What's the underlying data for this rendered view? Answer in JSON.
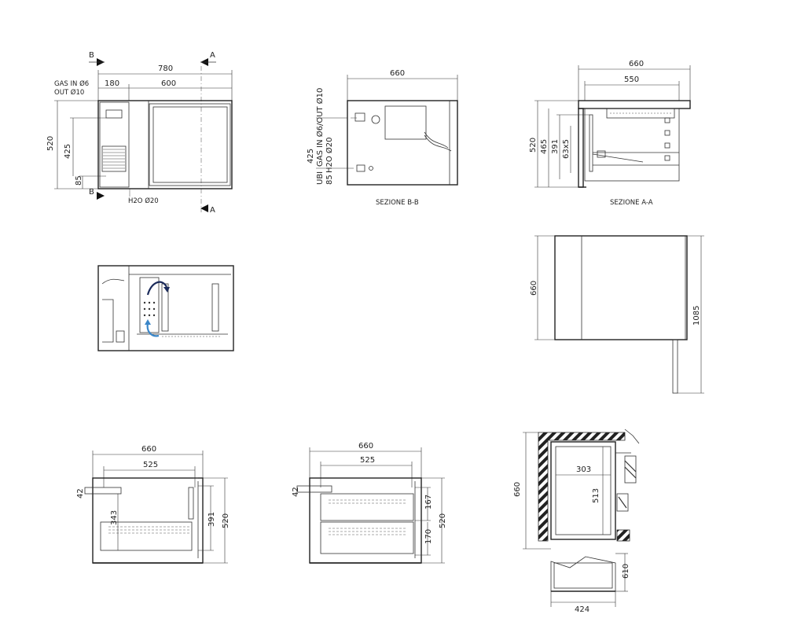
{
  "front": {
    "d_780": "780",
    "d_180": "180",
    "d_600": "600",
    "d_520": "520",
    "d_425": "425",
    "d_85": "85",
    "gas": "GAS IN Ø6",
    "out": "OUT Ø10",
    "h2o": "H2O Ø20",
    "mark_b": "B",
    "mark_a": "A"
  },
  "sec_bb": {
    "d_660": "660",
    "d_425": "425",
    "d_85": "85",
    "ubi": "UBI",
    "gas_out": "GAS IN Ø6/OUT Ø10",
    "h2o": "H2O Ø20",
    "caption": "SEZIONE B-B"
  },
  "sec_aa": {
    "d_660": "660",
    "d_550": "550",
    "d_520": "520",
    "d_465": "465",
    "d_391": "391",
    "d_63x5": "63x5",
    "caption": "SEZIONE A-A"
  },
  "top": {
    "d_660": "660",
    "d_1085": "1085"
  },
  "bot1": {
    "d_660": "660",
    "d_525": "525",
    "d_42": "42",
    "d_343": "343",
    "d_391": "391",
    "d_520": "520"
  },
  "bot2": {
    "d_660": "660",
    "d_525": "525",
    "d_42": "42",
    "d_167": "167",
    "d_170": "170",
    "d_520": "520"
  },
  "plan": {
    "d_660": "660",
    "d_303": "303",
    "d_513": "513",
    "d_610": "610",
    "d_424": "424"
  }
}
